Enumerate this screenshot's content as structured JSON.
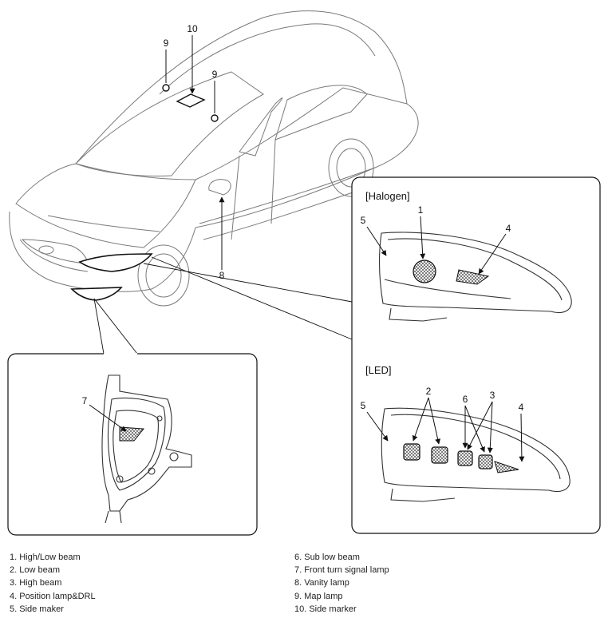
{
  "callouts": {
    "c1": "1",
    "c2": "2",
    "c3": "3",
    "c4": "4",
    "c5": "5",
    "c6": "6",
    "c7": "7",
    "c8": "8",
    "c9": "9",
    "c10": "10"
  },
  "sections": {
    "halogen": "[Halogen]",
    "led": "[LED]"
  },
  "legend": {
    "left": [
      "1. High/Low beam",
      "2. Low beam",
      "3. High beam",
      "4. Position lamp&DRL",
      "5. Side maker"
    ],
    "right": [
      "6. Sub low beam",
      "7. Front turn signal lamp",
      "8. Vanity lamp",
      "9. Map lamp",
      "10. Side marker"
    ]
  }
}
